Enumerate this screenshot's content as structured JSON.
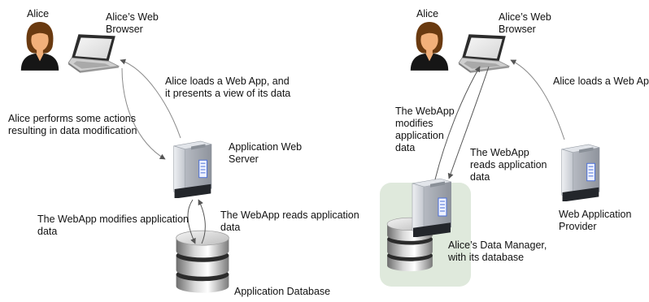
{
  "left": {
    "user_label": "Alice",
    "browser_label": "Alice’s Web\nBrowser",
    "loads_label": "Alice loads a Web App, and\nit presents a view of its data",
    "actions_label": "Alice performs some actions\nresulting in data modification",
    "server_label": "Application Web\nServer",
    "modifies_label": "The WebApp modifies application\ndata",
    "reads_label": "The WebApp reads application\ndata",
    "database_label": "Application Database"
  },
  "right": {
    "user_label": "Alice",
    "browser_label": "Alice’s Web\nBrowser",
    "loads_label": "Alice loads a Web App",
    "modifies_label": "The WebApp\nmodifies\napplication\ndata",
    "reads_label": "The WebApp\nreads application\ndata",
    "data_manager_label": "Alice’s Data Manager,\nwith its database",
    "provider_label": "Web Application\nProvider"
  },
  "colors": {
    "skin": "#f2b07a",
    "hair": "#6a3a10",
    "jacket": "#161616",
    "manager_box": "#dfe9dc",
    "arrow": "#8a8a8a"
  },
  "icons": [
    "user-icon",
    "laptop-icon",
    "server-icon",
    "database-icon"
  ]
}
